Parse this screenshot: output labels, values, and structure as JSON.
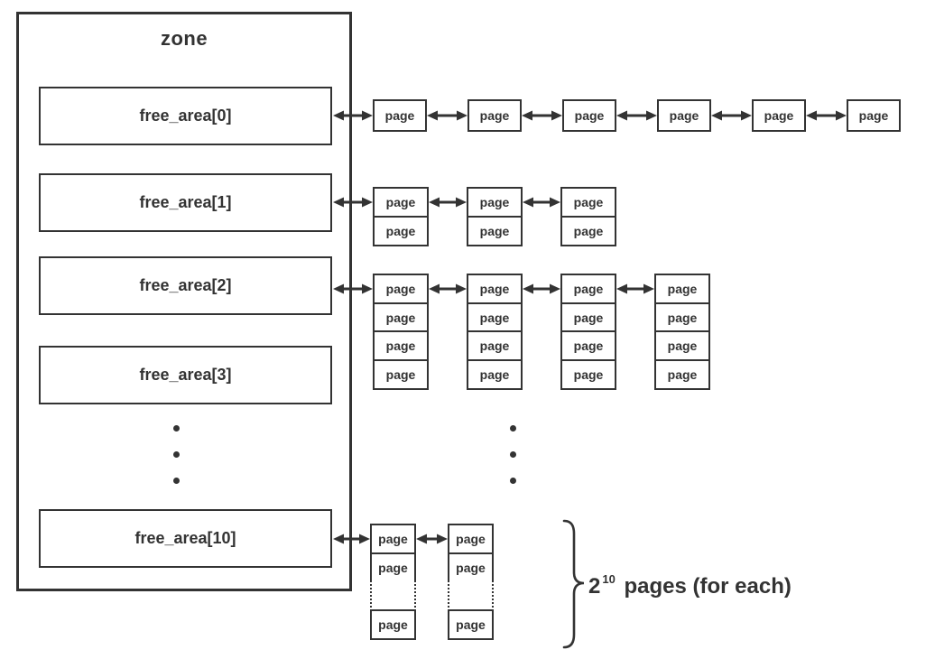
{
  "zone": {
    "title": "zone"
  },
  "page_label": "page",
  "free_areas": [
    {
      "label": "free_area[0]",
      "blocks_shown": 6,
      "pages_per_block_shown": 1,
      "linked": true,
      "truncated": false
    },
    {
      "label": "free_area[1]",
      "blocks_shown": 3,
      "pages_per_block_shown": 2,
      "linked": true,
      "truncated": false
    },
    {
      "label": "free_area[2]",
      "blocks_shown": 4,
      "pages_per_block_shown": 4,
      "linked": true,
      "truncated": false
    },
    {
      "label": "free_area[3]",
      "blocks_shown": 0,
      "pages_per_block_shown": 0,
      "linked": false,
      "truncated": false
    },
    {
      "label": "free_area[10]",
      "blocks_shown": 2,
      "pages_per_block_shown": 3,
      "linked": true,
      "truncated": true
    }
  ],
  "ellipsis": {
    "columns": 2,
    "dots_per_column": 3
  },
  "annotation": {
    "base": "2",
    "exponent": "10",
    "suffix": "pages (for each)"
  },
  "colors": {
    "ink": "#333333",
    "background": "#ffffff"
  }
}
